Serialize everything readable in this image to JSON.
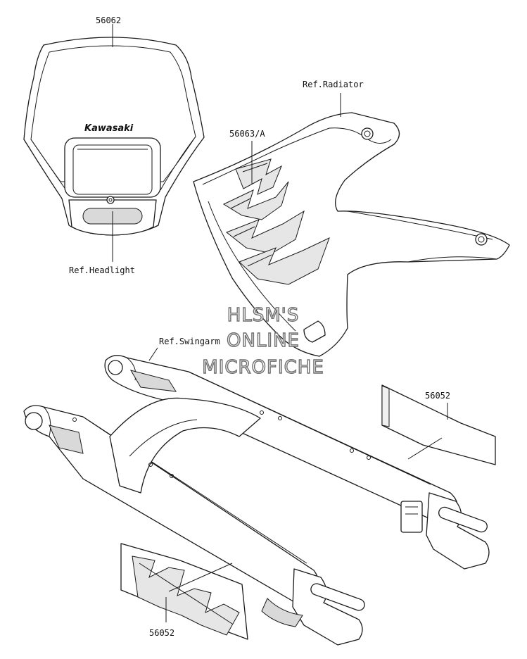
{
  "parts": {
    "headlight_decal": {
      "number": "56062"
    },
    "headlight_ref": {
      "label": "Ref.Headlight"
    },
    "headlight_brand": {
      "text": "Kawasaki"
    },
    "radiator_ref": {
      "label": "Ref.Radiator"
    },
    "shroud_decal": {
      "number": "56063/A"
    },
    "swingarm_ref": {
      "label": "Ref.Swingarm"
    },
    "swingarm_decal_right": {
      "number": "56052"
    },
    "swingarm_decal_left": {
      "number": "56052"
    }
  },
  "watermark": {
    "line1": "HLSM'S",
    "line2": "ONLINE",
    "line3": "MICROFICHE"
  }
}
